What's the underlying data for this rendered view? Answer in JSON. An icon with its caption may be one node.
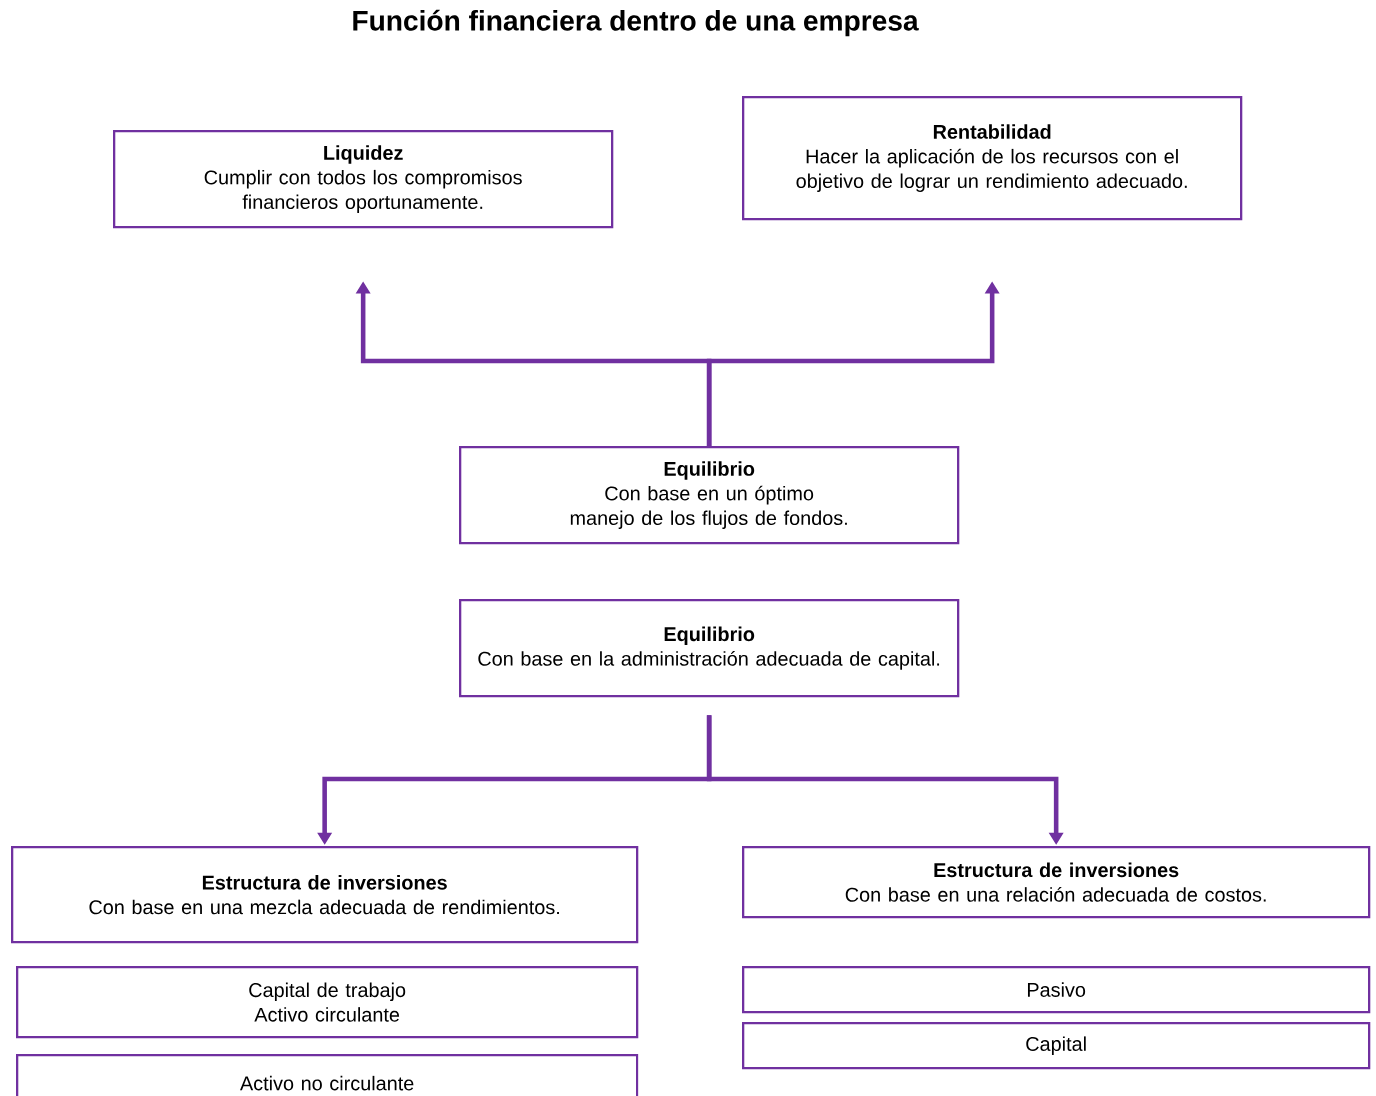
{
  "diagram": {
    "title": "Función financiera dentro de una empresa",
    "nodes": [
      {
        "text": [
          "Liquidez",
          "Cumplir con todos los compromisos financieros oportunamente."
        ]
      },
      {
        "text": [
          "Rentabilidad",
          "Hacer la aplicación de los recursos con el objetivo de lograr un rendimiento adecuado."
        ]
      },
      {
        "text": [
          "Equilibrio",
          "Con base en un óptimo manejo de los flujos de fondos."
        ]
      },
      {
        "text": [
          "Equilibrio",
          "Con base en la administración adecuada de capital."
        ]
      },
      {
        "text": [
          "Estructura de inversiones",
          "Con base en una mezcla adecuada de rendimientos."
        ]
      },
      {
        "text": [
          "Estructura de inversiones",
          "Con base en una relación adecuada de costos."
        ]
      },
      {
        "text": [
          "Capital de trabajo",
          "Activo circulante"
        ]
      },
      {
        "text": [
          "Activo no circulante"
        ]
      },
      {
        "text": [
          "Pasivo"
        ]
      },
      {
        "text": [
          "Capital"
        ]
      }
    ],
    "edges": [
      {
        "from": 2,
        "to": 0,
        "arrow": "to"
      },
      {
        "from": 2,
        "to": 1,
        "arrow": "to"
      },
      {
        "from": 3,
        "to": 4,
        "arrow": "to"
      },
      {
        "from": 3,
        "to": 5,
        "arrow": "to"
      }
    ]
  }
}
